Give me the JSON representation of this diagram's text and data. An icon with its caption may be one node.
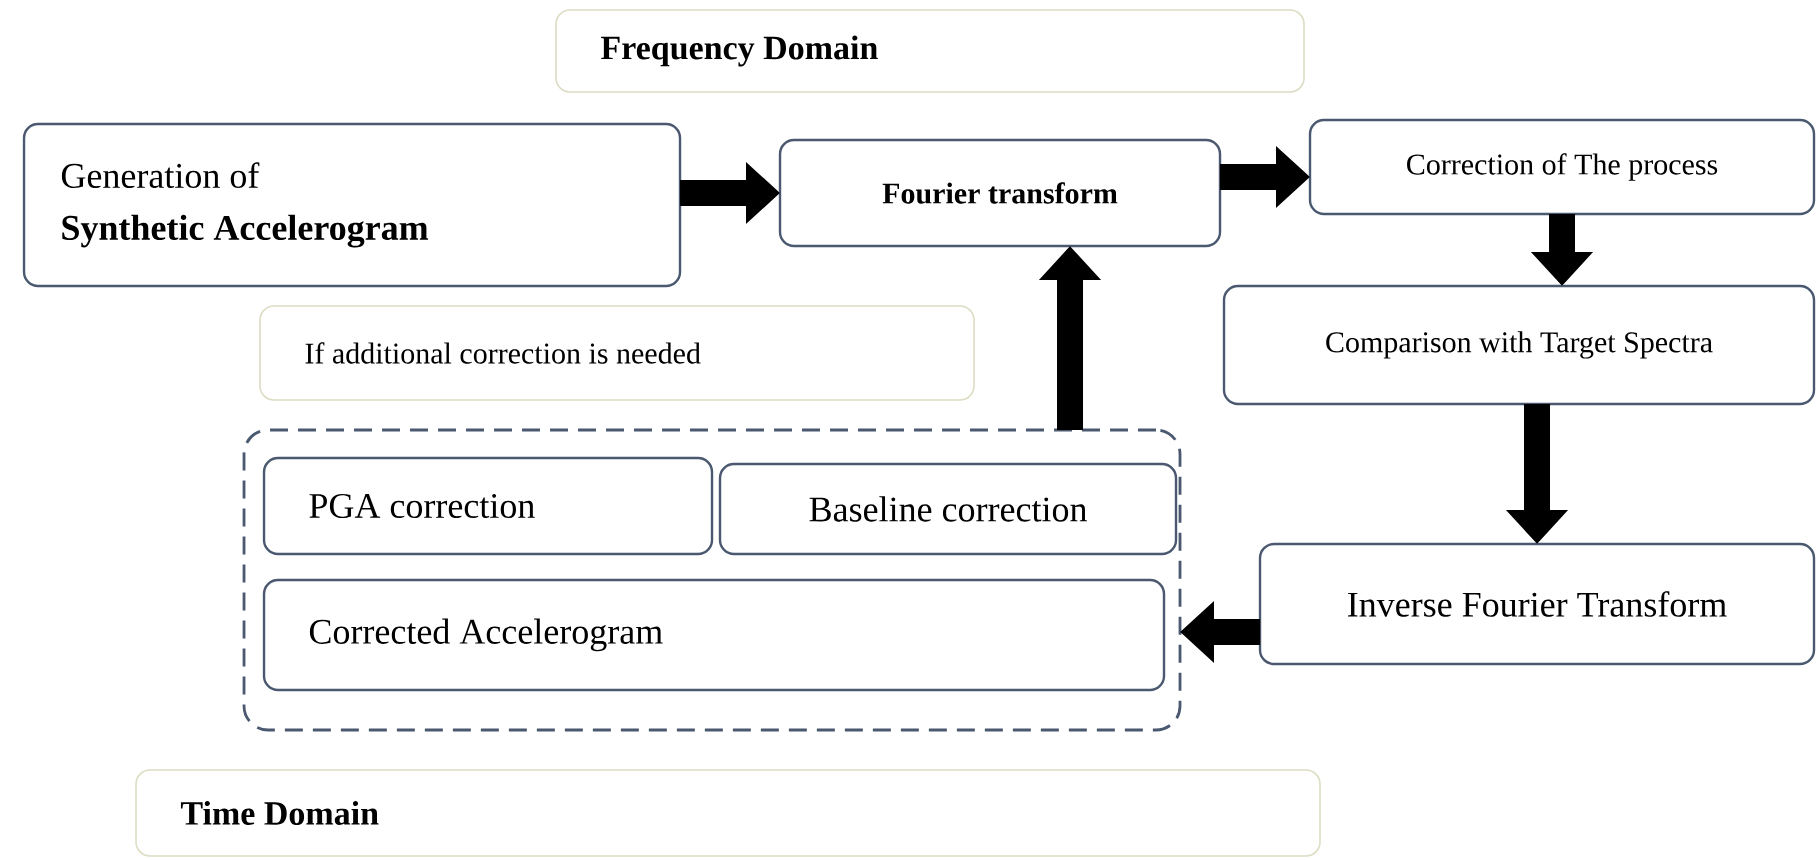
{
  "diagram": {
    "nodes": [
      {
        "text": [
          "Frequency Domain"
        ]
      },
      {
        "text": [
          "Generation of",
          "Synthetic Accelerogram"
        ]
      },
      {
        "text": [
          "Fourier transform"
        ]
      },
      {
        "text": [
          "Correction of The process"
        ]
      },
      {
        "text": [
          "Comparison with Target Spectra"
        ]
      },
      {
        "text": [
          "If additional correction is needed"
        ]
      },
      {
        "text": [],
        "shape": "box"
      },
      {
        "text": [
          "PGA correction"
        ],
        "in": 6
      },
      {
        "text": [
          "Baseline correction"
        ],
        "in": 6
      },
      {
        "text": [
          "Corrected Accelerogram"
        ],
        "in": 6
      },
      {
        "text": [
          "Inverse Fourier Transform"
        ]
      },
      {
        "text": [
          "Time Domain"
        ]
      }
    ],
    "edges": [
      {
        "from": 1,
        "to": 2,
        "arrow": "to"
      },
      {
        "from": 2,
        "to": 3,
        "arrow": "to"
      },
      {
        "from": 3,
        "to": 4,
        "arrow": "to"
      },
      {
        "from": 4,
        "to": 10,
        "arrow": "to"
      },
      {
        "from": 10,
        "to": 6,
        "arrow": "to"
      },
      {
        "from": 6,
        "to": 2,
        "arrow": "to"
      }
    ]
  }
}
